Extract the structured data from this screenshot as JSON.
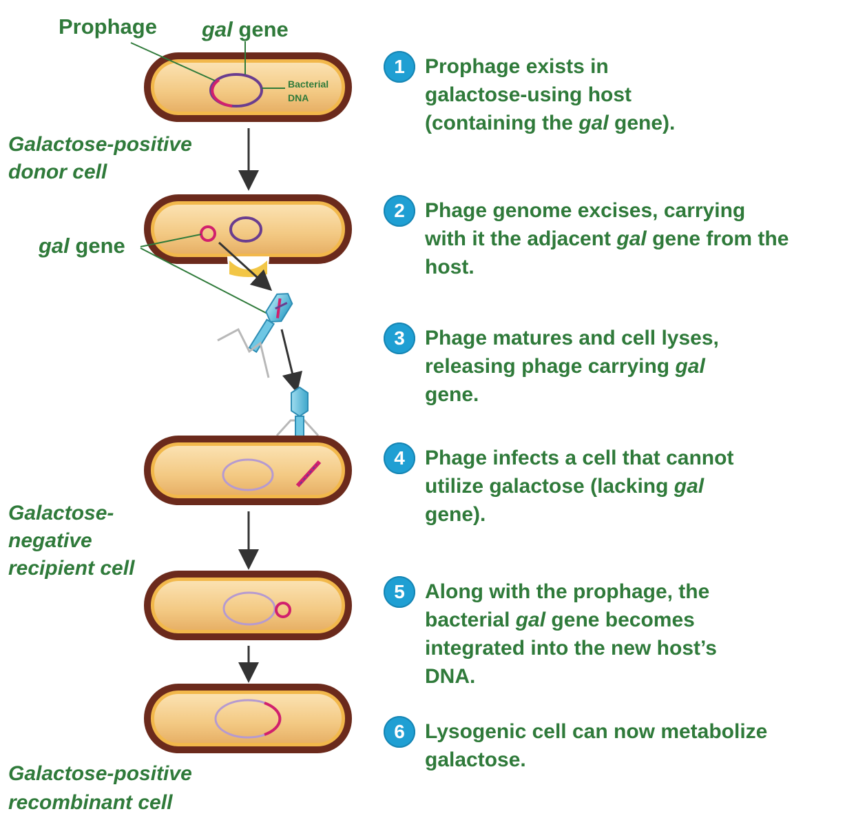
{
  "labels": {
    "prophage": "Prophage",
    "gal_gene_top": {
      "italic": "gal",
      "rest": " gene"
    },
    "bacterial_dna": [
      "Bacterial",
      "DNA"
    ],
    "gal_gene_side": {
      "italic": "gal",
      "rest": " gene"
    }
  },
  "captions": {
    "donor": [
      "Galactose-positive",
      "donor cell"
    ],
    "recipient": [
      "Galactose-",
      "negative",
      "recipient cell"
    ],
    "recombinant": [
      "Galactose-positive",
      "recombinant cell"
    ]
  },
  "steps": [
    {
      "number": "1",
      "lines": [
        [
          "Prophage exists in"
        ],
        [
          "galactose-using host"
        ],
        [
          "(containing the ",
          {
            "i": "gal"
          },
          " gene)."
        ]
      ]
    },
    {
      "number": "2",
      "lines": [
        [
          "Phage genome excises, carrying"
        ],
        [
          "with it the adjacent ",
          {
            "i": "gal"
          },
          " gene from the"
        ],
        [
          "host."
        ]
      ]
    },
    {
      "number": "3",
      "lines": [
        [
          "Phage matures and cell lyses,"
        ],
        [
          "releasing phage carrying ",
          {
            "i": "gal"
          }
        ],
        [
          "gene."
        ]
      ]
    },
    {
      "number": "4",
      "lines": [
        [
          "Phage infects a cell that cannot"
        ],
        [
          "utilize galactose (lacking ",
          {
            "i": "gal"
          }
        ],
        [
          "gene)."
        ]
      ]
    },
    {
      "number": "5",
      "lines": [
        [
          "Along with the prophage, the"
        ],
        [
          "bacterial ",
          {
            "i": "gal"
          },
          " gene becomes"
        ],
        [
          "integrated into the new host’s"
        ],
        [
          "DNA."
        ]
      ]
    },
    {
      "number": "6",
      "lines": [
        [
          "Lysogenic cell can now metabolize"
        ],
        [
          "galactose."
        ]
      ]
    }
  ],
  "colors": {
    "label_green": "#2f7a3a",
    "badge_blue": "#1f9fd3",
    "cell_wall": "#6b2a1c",
    "cytoplasm": "#f3c983",
    "prophage_magenta": "#d1206d",
    "bacterial_dna_purple": "#6a3d8f",
    "phage_cyan": "#5fc0de"
  }
}
